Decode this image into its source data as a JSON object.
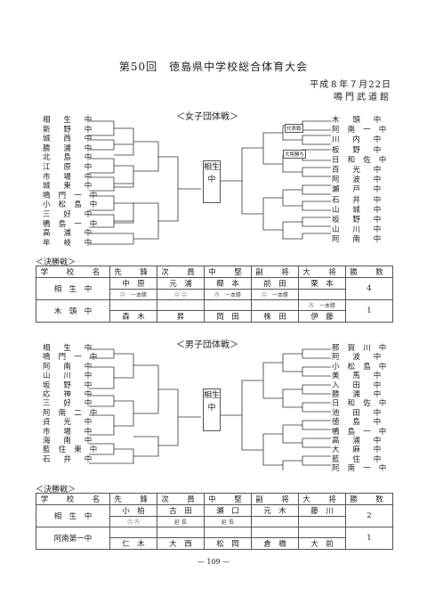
{
  "page": {
    "title": "第50回　徳島県中学校総合体育大会",
    "date": "平成８年７月22日",
    "venue": "鳴門武道館",
    "page_number": "— 109 —"
  },
  "girls": {
    "section_title": "＜女子団体戦＞",
    "champion_label": "相生中",
    "left_teams": [
      "相　生　中",
      "新　野　中",
      "城　西　中",
      "勝　浦　中",
      "北　島　中",
      "江　原　中",
      "市　場　中",
      "城　東　中",
      "鳴 門 一 中",
      "小 松 島 中",
      "三　好　中",
      "鴨 島 一 中",
      "高　浦　中",
      "牟　岐　中"
    ],
    "right_teams": [
      "木　頭　中",
      "阿 南 一 中",
      "川　内　中",
      "板　野　中",
      "日 和 佐 中",
      "百　光　中",
      "阿　波　中",
      "瀬　戸　中",
      "石　井　中",
      "山　城　中",
      "坂　野　中",
      "山　川　中",
      "阿　南　中"
    ],
    "flags": [
      "代表戦",
      "大将勝ち"
    ]
  },
  "girls_final": {
    "section_title": "＜決勝戦＞",
    "headers": [
      "学　校　名",
      "先　鋒",
      "次　員",
      "中　堅",
      "副　将",
      "大　将",
      "勝　数"
    ],
    "team1": "相　生　中",
    "team1_players": [
      "中　原",
      "元　浦",
      "椰　本",
      "前　田",
      "栗　本"
    ],
    "team1_marks": [
      "㊁　一本勝",
      "㊁ ㊁",
      "㊇　一本勝",
      "㊁　一本勝",
      ""
    ],
    "team1_wins": "4",
    "team2": "木　頭　中",
    "team2_players": [
      "森　木",
      "昇",
      "岡　田",
      "株　田",
      "伊　藤"
    ],
    "team2_marks": [
      "",
      "",
      "",
      "",
      "㊇　一本勝"
    ],
    "team2_wins": "1"
  },
  "boys": {
    "section_title": "＜男子団体戦＞",
    "champion_label": "相生中",
    "left_teams": [
      "相　生　中",
      "鳴 門 一 中",
      "阿　南　中",
      "山　川　中",
      "坂　野　中",
      "応　神　中",
      "三　好　中",
      "阿 南 二 中",
      "貞　光　中",
      "市　場　中",
      "海　南　中",
      "藍 住 東 中",
      "石　井　中"
    ],
    "right_teams": [
      "那 賀 川 中",
      "阿　波　中",
      "小 松 島 中",
      "美　馬　中",
      "入　田　中",
      "勝　浦　中",
      "日 和 佐 中",
      "池　田　中",
      "徳　島　中",
      "鴨 島 一 中",
      "高　浦　中",
      "大　麻　中",
      "藍　住　中",
      "阿 南 一 中"
    ]
  },
  "boys_final": {
    "section_title": "＜決勝戦＞",
    "headers": [
      "学　校　名",
      "先　鋒",
      "次　員",
      "中　堅",
      "副　将",
      "大　将",
      "勝　数"
    ],
    "team1": "相　生　中",
    "team1_players": [
      "小　柏",
      "古　田",
      "瀬　口",
      "元　木",
      "藤　川"
    ],
    "team1_marks": [
      "㊁ ㊇",
      "延 長",
      "延 長",
      "",
      ""
    ],
    "team1_wins": "2",
    "team2": "阿南第一中",
    "team2_players": [
      "仁　木",
      "大　西",
      "松　岡",
      "倉　橋",
      "大　前"
    ],
    "team2_marks": [
      "",
      "",
      "",
      "",
      ""
    ],
    "team2_wins": "1"
  }
}
